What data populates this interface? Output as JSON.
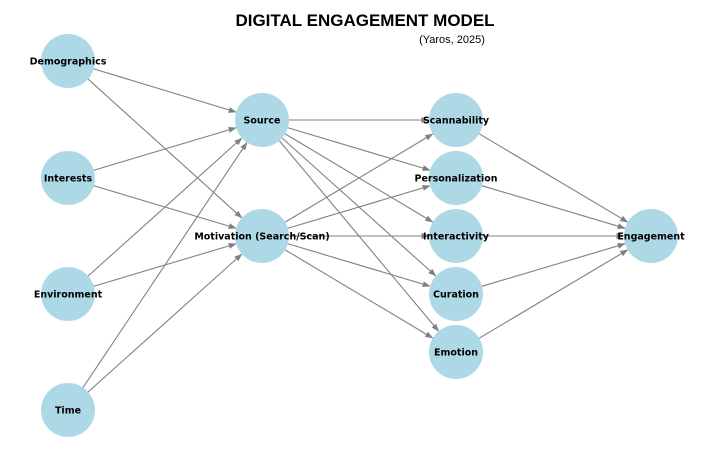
{
  "title": "DIGITAL ENGAGEMENT MODEL",
  "subtitle": "(Yaros, 2025)",
  "colors": {
    "node_fill": "#add8e6",
    "edge": "#808080",
    "text": "#000000"
  },
  "nodes": [
    {
      "id": "demographics",
      "label": "Demographics"
    },
    {
      "id": "interests",
      "label": "Interests"
    },
    {
      "id": "environment",
      "label": "Environment"
    },
    {
      "id": "time",
      "label": "Time"
    },
    {
      "id": "source",
      "label": "Source"
    },
    {
      "id": "motivation",
      "label": "Motivation (Search/Scan)"
    },
    {
      "id": "scannability",
      "label": "Scannability"
    },
    {
      "id": "personalization",
      "label": "Personalization"
    },
    {
      "id": "interactivity",
      "label": "Interactivity"
    },
    {
      "id": "curation",
      "label": "Curation"
    },
    {
      "id": "emotion",
      "label": "Emotion"
    },
    {
      "id": "engagement",
      "label": "Engagement"
    }
  ],
  "edges": [
    {
      "from": "demographics",
      "to": "source"
    },
    {
      "from": "demographics",
      "to": "motivation"
    },
    {
      "from": "interests",
      "to": "source"
    },
    {
      "from": "interests",
      "to": "motivation"
    },
    {
      "from": "environment",
      "to": "source"
    },
    {
      "from": "environment",
      "to": "motivation"
    },
    {
      "from": "time",
      "to": "source"
    },
    {
      "from": "time",
      "to": "motivation"
    },
    {
      "from": "source",
      "to": "scannability"
    },
    {
      "from": "source",
      "to": "personalization"
    },
    {
      "from": "source",
      "to": "interactivity"
    },
    {
      "from": "source",
      "to": "curation"
    },
    {
      "from": "source",
      "to": "emotion"
    },
    {
      "from": "motivation",
      "to": "scannability"
    },
    {
      "from": "motivation",
      "to": "personalization"
    },
    {
      "from": "motivation",
      "to": "interactivity"
    },
    {
      "from": "motivation",
      "to": "curation"
    },
    {
      "from": "motivation",
      "to": "emotion"
    },
    {
      "from": "scannability",
      "to": "engagement"
    },
    {
      "from": "personalization",
      "to": "engagement"
    },
    {
      "from": "interactivity",
      "to": "engagement"
    },
    {
      "from": "curation",
      "to": "engagement"
    },
    {
      "from": "emotion",
      "to": "engagement"
    }
  ]
}
